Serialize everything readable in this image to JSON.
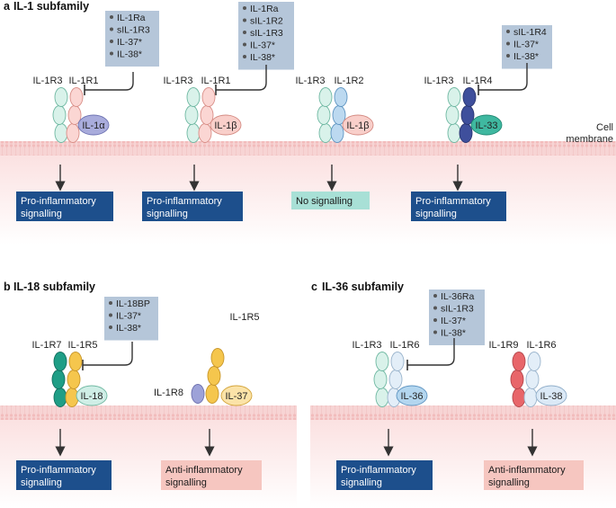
{
  "panels": {
    "a": {
      "letter": "a",
      "title": "IL-1 subfamily"
    },
    "b": {
      "letter": "b",
      "title": "IL-18 subfamily"
    },
    "c": {
      "letter": "c",
      "title": "IL-36 subfamily"
    }
  },
  "membrane_label": [
    "Cell",
    "membrane"
  ],
  "inhibitor_boxes": {
    "a1": [
      "IL-1Ra",
      "sIL-1R3",
      "IL-37*",
      "IL-38*"
    ],
    "a2": [
      "IL-1Ra",
      "sIL-1R2",
      "sIL-1R3",
      "IL-37*",
      "IL-38*"
    ],
    "a4": [
      "sIL-1R4",
      "IL-37*",
      "IL-38*"
    ],
    "b1": [
      "IL-18BP",
      "IL-37*",
      "IL-38*"
    ],
    "c1": [
      "IL-36Ra",
      "sIL-1R3",
      "IL-37*",
      "IL-38*"
    ]
  },
  "receptors": {
    "a1": {
      "left": "IL-1R3",
      "right": "IL-1R1",
      "ligand": "IL-1α"
    },
    "a2": {
      "left": "IL-1R3",
      "right": "IL-1R1",
      "ligand": "IL-1β"
    },
    "a3": {
      "left": "IL-1R3",
      "right": "IL-1R2",
      "ligand": "IL-1β"
    },
    "a4": {
      "left": "IL-1R3",
      "right": "IL-1R4",
      "ligand": "IL-33"
    },
    "b1": {
      "left": "IL-1R7",
      "right": "IL-1R5",
      "ligand": "IL-18"
    },
    "b2": {
      "left": "IL-1R8",
      "right": "IL-1R5",
      "ligand": "IL-37"
    },
    "c1": {
      "left": "IL-1R3",
      "right": "IL-1R6",
      "ligand": "IL-36"
    },
    "c2": {
      "left": "IL-1R9",
      "right": "IL-1R6",
      "ligand": "IL-38"
    }
  },
  "outcomes": {
    "a1": [
      "Pro-inflammatory",
      "signalling"
    ],
    "a2": [
      "Pro-inflammatory",
      "signalling"
    ],
    "a3": [
      "No signalling"
    ],
    "a4": [
      "Pro-inflammatory",
      "signalling"
    ],
    "b1": [
      "Pro-inflammatory",
      "signalling"
    ],
    "b2": [
      "Anti-inflammatory",
      "signalling"
    ],
    "c1": [
      "Pro-inflammatory",
      "signalling"
    ],
    "c2": [
      "Anti-inflammatory",
      "signalling"
    ]
  },
  "colors": {
    "pro_inflammatory": "#1d4f8c",
    "no_signalling": "#a8e0d6",
    "anti_inflammatory": "#f6c6c0",
    "inhibitor_box": "#b5c6d9",
    "membrane": "#f8d9d9",
    "cytoplasm": "#fdf0f0"
  }
}
